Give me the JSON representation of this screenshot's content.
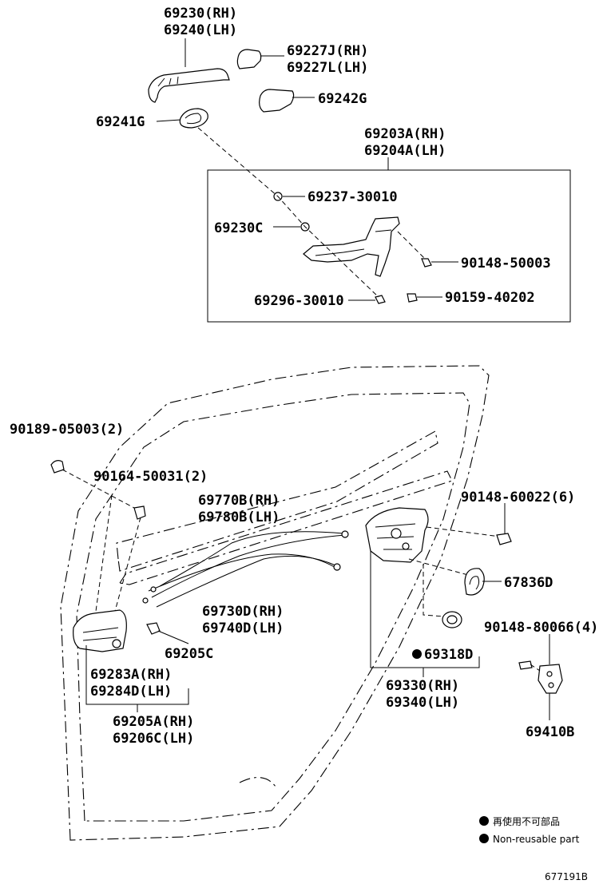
{
  "labels": {
    "outer_handle": [
      "69230(RH)",
      "69240(LH)"
    ],
    "handle_cover": [
      "69227J(RH)",
      "69227L(LH)"
    ],
    "pad_69242g": "69242G",
    "pad_69241g": "69241G",
    "frame_assy": [
      "69203A(RH)",
      "69204A(LH)"
    ],
    "part_69237": "69237-30010",
    "part_69230c": "69230C",
    "bolt_90148_50003": "90148-50003",
    "part_69296": "69296-30010",
    "bolt_90159": "90159-40202",
    "clip_90189": "90189-05003(2)",
    "clip_90164": "90164-50031(2)",
    "cable_upper": [
      "69770B(RH)",
      "69780B(LH)"
    ],
    "screw_90148_60022": "90148-60022(6)",
    "seal_67836d": "67836D",
    "cable_lower": [
      "69730D(RH)",
      "69740D(LH)"
    ],
    "screw_90148_80066": "90148-80066(4)",
    "part_69205c": "69205C",
    "part_69318d": "69318D",
    "inner_handle": [
      "69283A(RH)",
      "69284D(LH)"
    ],
    "lock_assy": [
      "69330(RH)",
      "69340(LH)"
    ],
    "striker_69410b": "69410B",
    "inner_handle_assy": [
      "69205A(RH)",
      "69206C(LH)"
    ]
  },
  "legend": {
    "line_jp": "再使用不可部品",
    "line_en": "Non-reusable part"
  },
  "figure_id": "677191B"
}
